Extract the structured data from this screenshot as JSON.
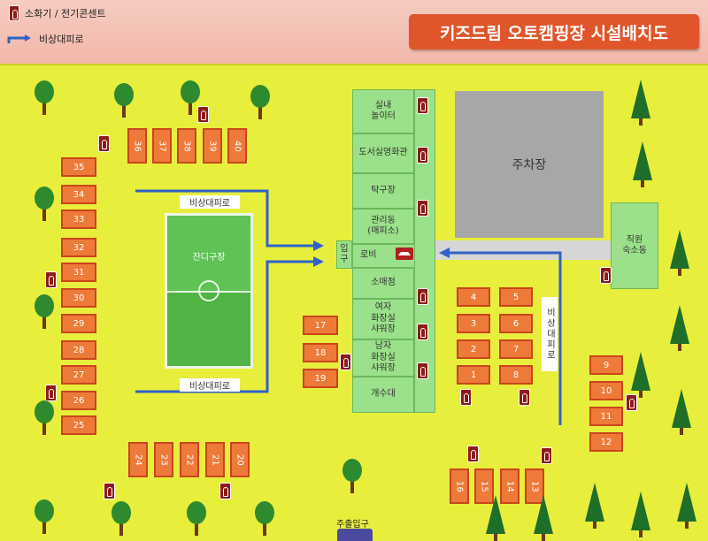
{
  "header": {
    "title": "키즈드림  오토캠핑장  시설배치도",
    "legend_extinguisher": "소화기 / 전기콘센트",
    "legend_evac": "비상대피로"
  },
  "campsites": [
    {
      "num": "35"
    },
    {
      "num": "34"
    },
    {
      "num": "33"
    },
    {
      "num": "32"
    },
    {
      "num": "31"
    },
    {
      "num": "30"
    },
    {
      "num": "29"
    },
    {
      "num": "28"
    },
    {
      "num": "27"
    },
    {
      "num": "26"
    },
    {
      "num": "25"
    },
    {
      "num": "36"
    },
    {
      "num": "37"
    },
    {
      "num": "38"
    },
    {
      "num": "39"
    },
    {
      "num": "40"
    },
    {
      "num": "24"
    },
    {
      "num": "23"
    },
    {
      "num": "22"
    },
    {
      "num": "21"
    },
    {
      "num": "20"
    },
    {
      "num": "17"
    },
    {
      "num": "18"
    },
    {
      "num": "19"
    },
    {
      "num": "4"
    },
    {
      "num": "5"
    },
    {
      "num": "3"
    },
    {
      "num": "6"
    },
    {
      "num": "2"
    },
    {
      "num": "7"
    },
    {
      "num": "1"
    },
    {
      "num": "8"
    },
    {
      "num": "9"
    },
    {
      "num": "10"
    },
    {
      "num": "11"
    },
    {
      "num": "12"
    },
    {
      "num": "16"
    },
    {
      "num": "15"
    },
    {
      "num": "14"
    },
    {
      "num": "13"
    }
  ],
  "buildings": {
    "indoor_playground": "실내\n놀이터",
    "library_theater": "도서실영화관",
    "table_tennis": "탁구장",
    "management": "관리동\n(매피소)",
    "lobby": "로비",
    "entrance_side": "입\n구",
    "store": "소매점",
    "women_restroom": "여자\n화장실\n샤워장",
    "men_restroom": "남자\n화장실\n샤워장",
    "washroom": "개수대",
    "staff_dorm": "직원\n숙소동"
  },
  "parking_label": "주차장",
  "field_label": "잔디구장",
  "evac_labels": {
    "top": "비상대피로",
    "bottom": "비상대피로",
    "right": "비상대피로"
  },
  "entrance_label": "주출입구",
  "colors": {
    "background": "#e8ee3c",
    "campsite": "#ee7a3a",
    "building": "#9be08a",
    "evac_arrow": "#2f62c8",
    "title_box": "#e0552a"
  }
}
